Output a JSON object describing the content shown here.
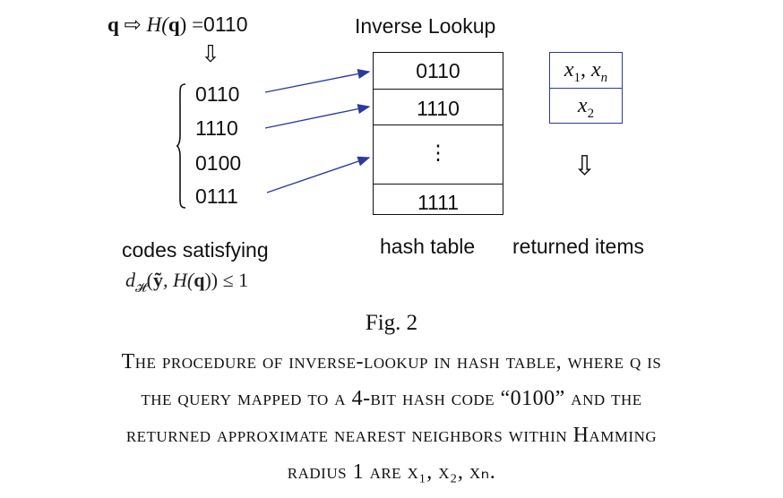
{
  "query_line": {
    "q": "q",
    "implies": "⇨",
    "hash_fn": "H(",
    "q_inner": "q",
    "close_eq": ") =",
    "code": "0110"
  },
  "down_arrow": "⇩",
  "codes": [
    "0110",
    "1110",
    "0100",
    "0111"
  ],
  "codes_label": "codes satisfying",
  "condition": {
    "prefix": "d",
    "sub": "𝓗",
    "open": "(",
    "y": "ỹ",
    "mid": ", H(",
    "q": "q",
    "close": ")) ≤ 1"
  },
  "inverse_lookup_title": "Inverse Lookup",
  "hash_table": {
    "rows": [
      "0110",
      "1110",
      "⋮",
      "1111"
    ],
    "label": "hash table"
  },
  "returned_items": {
    "row1": {
      "a": "x",
      "a_sub": "1",
      "sep": ", ",
      "b": "x",
      "b_sub": "n"
    },
    "row2": {
      "a": "x",
      "a_sub": "2"
    },
    "label": "returned items"
  },
  "arrow_symbol": "⇩",
  "figure_label": "Fig. 2",
  "caption": {
    "line1": "The procedure of inverse-lookup in hash table, where q is",
    "line2": "the query mapped to a 4-bit hash code “0100” and the",
    "line3": "returned approximate nearest neighbors within Hamming",
    "line4": "radius 1 are x₁, x₂, xₙ."
  },
  "colors": {
    "arrow": "#2b3a9c",
    "text": "#111111"
  }
}
